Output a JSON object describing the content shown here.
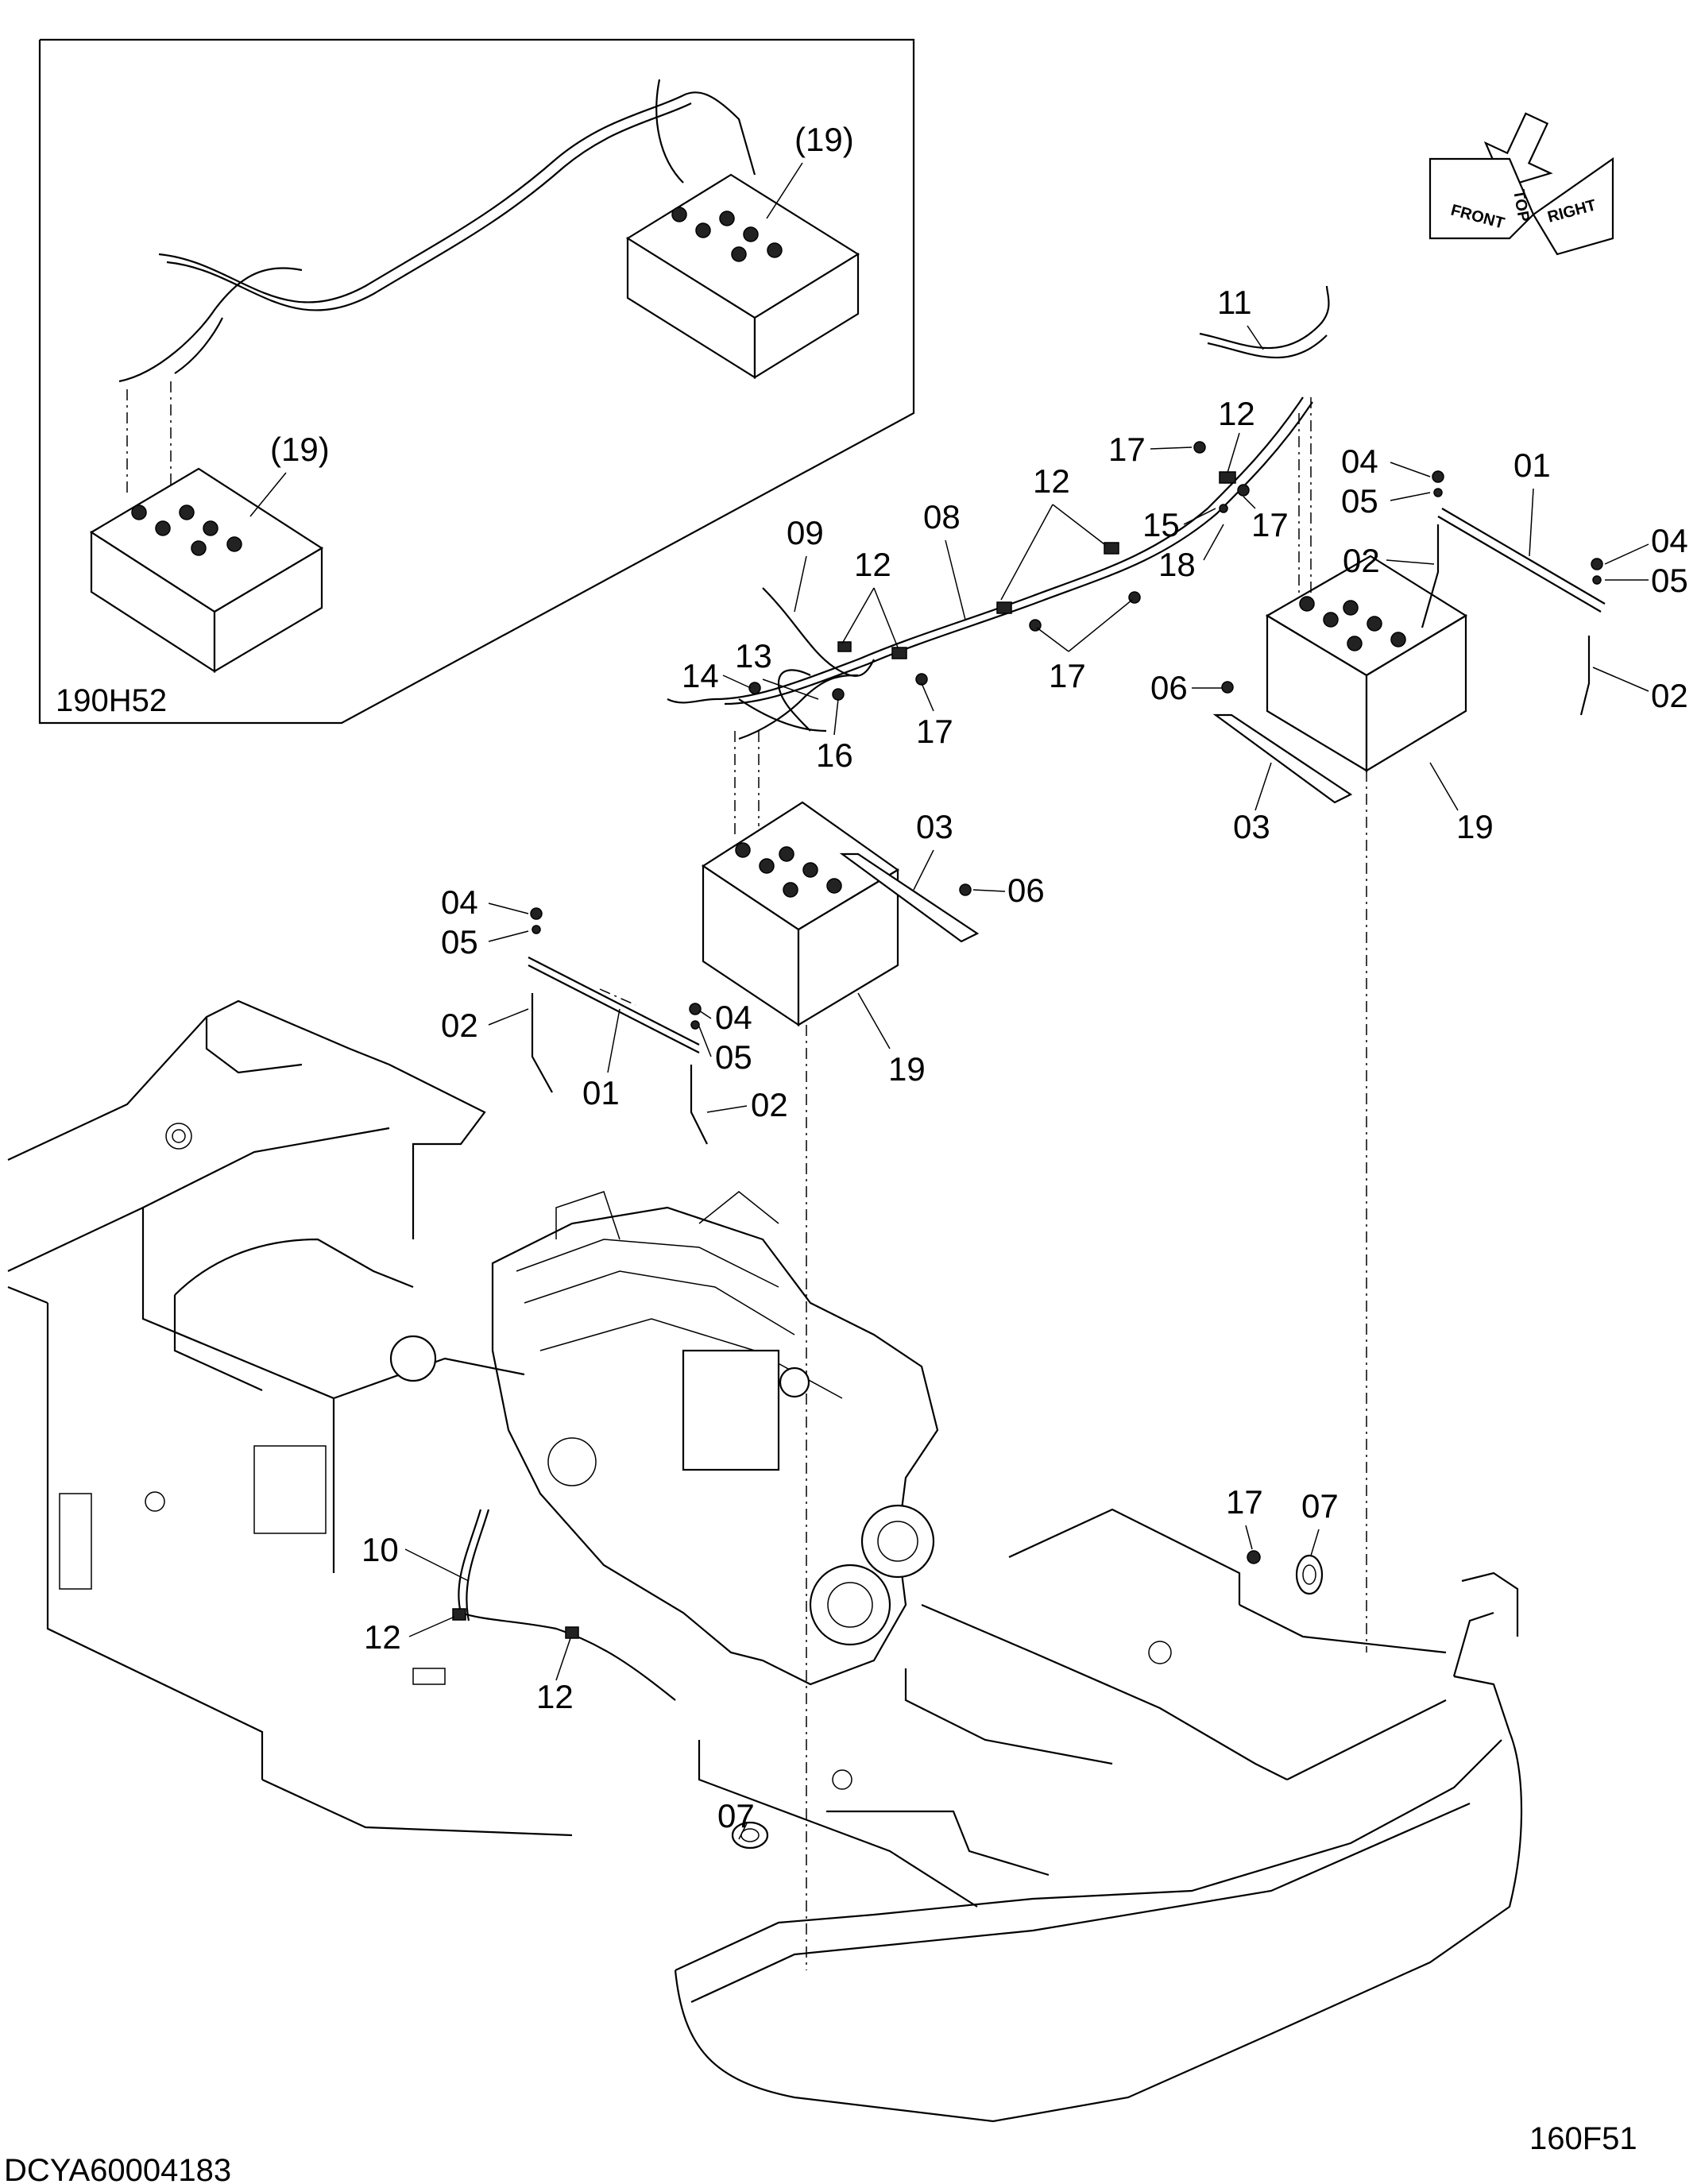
{
  "drawing": {
    "drawing_number": "DCYA60004183",
    "figure_code": "160F51",
    "inset_code": "190H52"
  },
  "orientation": {
    "top": "TOP",
    "front": "FRONT",
    "right": "RIGHT"
  },
  "inset_callouts": [
    "(19)",
    "(19)"
  ],
  "callouts": [
    "11",
    "12",
    "17",
    "17",
    "15",
    "18",
    "12",
    "08",
    "09",
    "12",
    "13",
    "14",
    "16",
    "17",
    "17",
    "04",
    "05",
    "01",
    "02",
    "04",
    "05",
    "02",
    "06",
    "03",
    "19",
    "03",
    "06",
    "04",
    "05",
    "02",
    "01",
    "04",
    "05",
    "02",
    "19",
    "17",
    "07",
    "10",
    "12",
    "12",
    "07"
  ]
}
